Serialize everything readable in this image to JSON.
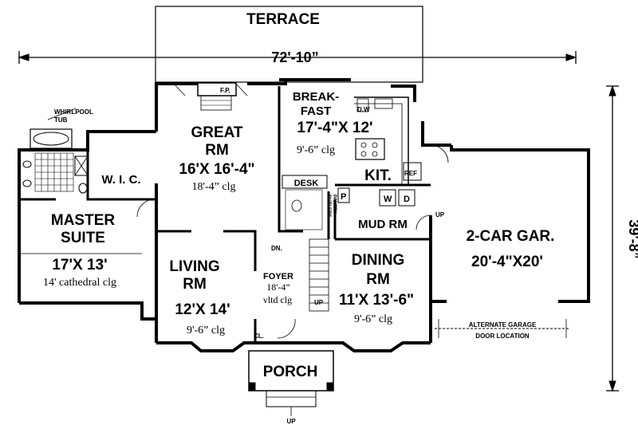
{
  "terrace": "TERRACE",
  "overall_width": "72'-10”",
  "overall_depth": "39'-8”",
  "whirlpool": [
    "WHIRLPOOL",
    "TUB"
  ],
  "wic": "W. I. C.",
  "master": {
    "name": [
      "MASTER",
      "SUITE"
    ],
    "size": "17'X 13'",
    "ceiling": "14' cathedral clg"
  },
  "great": {
    "name": [
      "GREAT",
      "RM"
    ],
    "size": "16'X 16'-4\"",
    "ceiling": "18'-4” clg"
  },
  "fireplace": "F.P.",
  "breakfast": {
    "name": [
      "BREAK-",
      "FAST"
    ],
    "size": "17'-4\"X 12'",
    "ceiling": "9'-6” clg"
  },
  "dw": "D.W",
  "kit": "KIT.",
  "ref": "REF",
  "desk": "DESK",
  "butlers": [
    "BUTLERS",
    "PANTRY"
  ],
  "pantry": "P",
  "washer": "W",
  "dryer": "D",
  "mud": "MUD RM",
  "up": "UP",
  "garage": {
    "name": "2-CAR GAR.",
    "size": "20'-4\"X20'"
  },
  "living": {
    "name": [
      "LIVING",
      "RM"
    ],
    "size": "12'X 14'",
    "ceiling": "9'-6” clg"
  },
  "foyer": {
    "name": "FOYER",
    "height": "18'-4”",
    "ceiling": "vltd clg"
  },
  "dn": "DN.",
  "closet": "CL.",
  "dining": {
    "name": [
      "DINING",
      "RM"
    ],
    "size": "11'X 13'-6\"",
    "ceiling": "9'-6” clg"
  },
  "alt_garage": [
    "ALTERNATE GARAGE",
    "DOOR LOCATION"
  ],
  "porch": "PORCH"
}
